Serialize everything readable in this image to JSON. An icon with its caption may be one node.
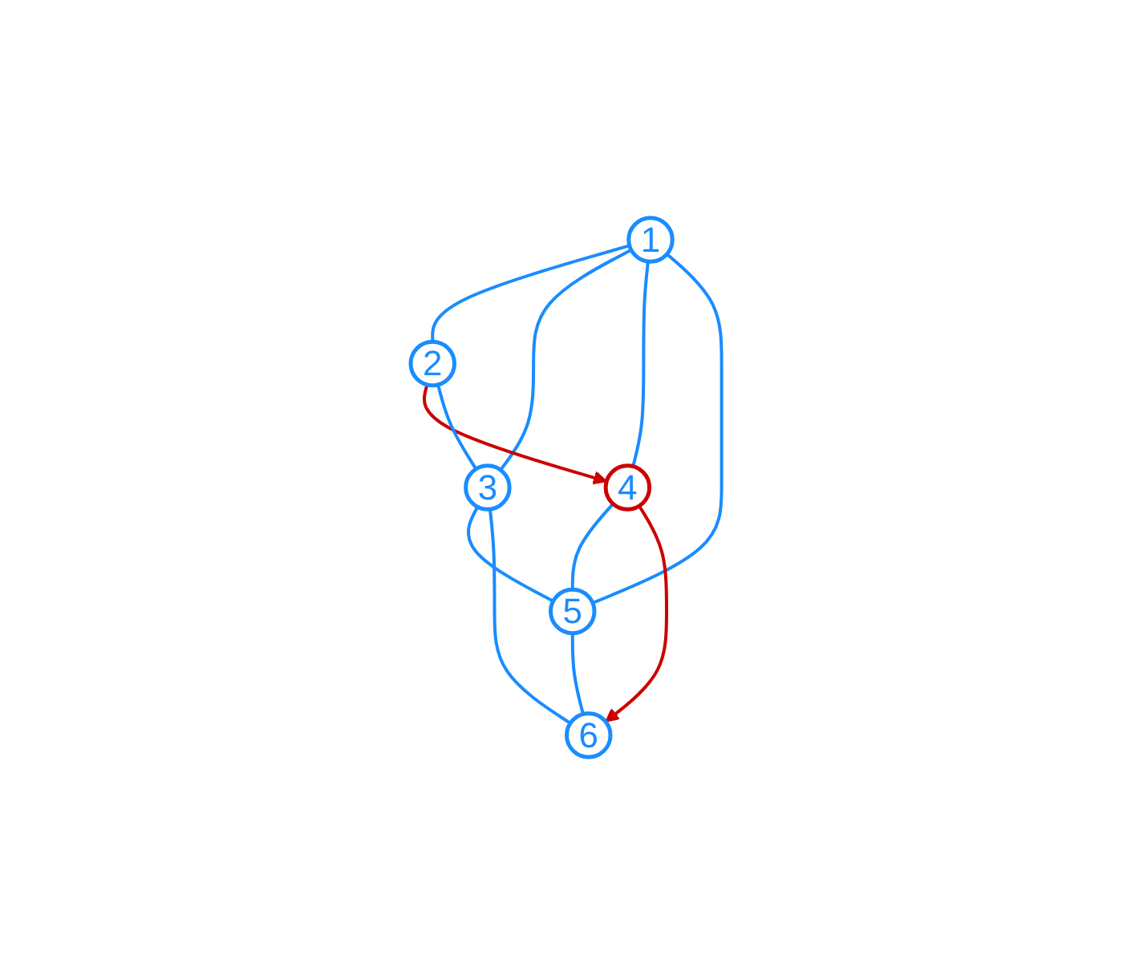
{
  "diagram": {
    "nodes": [
      {
        "text": [
          "1"
        ]
      },
      {
        "text": [
          "2"
        ]
      },
      {
        "text": [
          "3"
        ]
      },
      {
        "text": [
          "4"
        ]
      },
      {
        "text": [
          "5"
        ]
      },
      {
        "text": [
          "6"
        ]
      }
    ],
    "edges": [
      {
        "from": 0,
        "to": 1,
        "arrow": "none"
      },
      {
        "from": 0,
        "to": 2,
        "arrow": "none"
      },
      {
        "from": 0,
        "to": 3,
        "arrow": "none"
      },
      {
        "from": 0,
        "to": 4,
        "arrow": "none"
      },
      {
        "from": 1,
        "to": 3,
        "arrow": "to",
        "color": "#cc0000"
      },
      {
        "from": 1,
        "to": 2,
        "arrow": "none"
      },
      {
        "from": 2,
        "to": 4,
        "arrow": "none"
      },
      {
        "from": 2,
        "to": 5,
        "arrow": "none"
      },
      {
        "from": 3,
        "to": 4,
        "arrow": "none"
      },
      {
        "from": 3,
        "to": 5,
        "arrow": "to",
        "color": "#cc0000"
      },
      {
        "from": 4,
        "to": 5,
        "arrow": "none"
      }
    ]
  }
}
